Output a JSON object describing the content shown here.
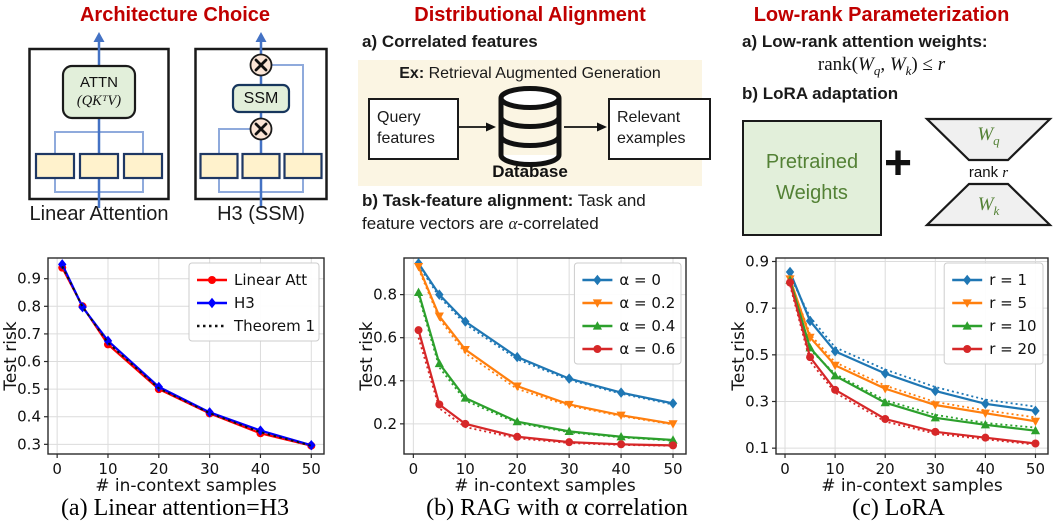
{
  "colors": {
    "title": "#c00000",
    "green_fill": "#e2efda",
    "green_text": "#538135",
    "tan_fill": "#fff2cc",
    "tan_border": "#1f3864",
    "cream": "#fbf5e3",
    "pink_fill": "#fbe5d6",
    "blue_arrow": "#4472c4",
    "light_blue": "#8faadc",
    "gray_fill": "#f0f0f0"
  },
  "panels": {
    "architecture": {
      "title": "Architecture Choice",
      "linear": {
        "attn_line1": "ATTN",
        "attn_line2": "(QKᵀV)",
        "label": "Linear Attention"
      },
      "h3": {
        "ssm_label": "SSM",
        "label": "H3 (SSM)"
      }
    },
    "alignment": {
      "title": "Distributional Alignment",
      "item_a": "a) Correlated features",
      "ex_bold": "Ex:",
      "ex_rest": " Retrieval Augmented Generation",
      "query_box": "Query features",
      "relevant_box": "Relevant examples",
      "db_label": "Database",
      "b_bold": "b) Task-feature alignment:",
      "b_rest1": " Task and",
      "b_pre": "feature vectors are ",
      "b_alpha": "α",
      "b_post": "-correlated"
    },
    "lowrank": {
      "title": "Low-rank Parameterization",
      "item_a": "a) Low-rank attention weights:",
      "formula": {
        "fn": "rank",
        "open": "(",
        "w1": "W",
        "s1": "q",
        "comma": ", ",
        "w2": "W",
        "s2": "k",
        "close": ") ≤ ",
        "r": "r"
      },
      "item_b": "b) LoRA adaptation",
      "pretrained": "Pretrained Weights",
      "plus": "+",
      "wq": {
        "base": "W",
        "sub": "q"
      },
      "rank_r": {
        "pre": "rank ",
        "var": "r"
      },
      "wk": {
        "base": "W",
        "sub": "k"
      }
    }
  },
  "chart_data": [
    {
      "type": "line",
      "caption": "(a) Linear attention=H3",
      "xlabel": "# in-context samples",
      "ylabel": "Test risk",
      "x": [
        1,
        5,
        10,
        20,
        30,
        40,
        50
      ],
      "xlim": [
        -1.8,
        52.5
      ],
      "ylim": [
        0.265,
        0.975
      ],
      "xticks": [
        0,
        10,
        20,
        30,
        40,
        50
      ],
      "yticks": [
        0.3,
        0.4,
        0.5,
        0.6,
        0.7,
        0.8,
        0.9
      ],
      "grid": true,
      "legend_pos": "top-right",
      "series": [
        {
          "name": "Linear Att",
          "color": "#ff0000",
          "marker": "circle",
          "values": [
            0.94,
            0.8,
            0.662,
            0.5,
            0.412,
            0.34,
            0.295
          ]
        },
        {
          "name": "H3",
          "color": "#0000ff",
          "marker": "diamond",
          "values": [
            0.952,
            0.797,
            0.675,
            0.508,
            0.416,
            0.35,
            0.297
          ]
        },
        {
          "name": "Theorem 1",
          "color": "#111111",
          "marker": "none",
          "style": "dotted",
          "values": [
            0.945,
            0.798,
            0.668,
            0.503,
            0.413,
            0.344,
            0.295
          ]
        }
      ]
    },
    {
      "type": "line",
      "caption": "(b) RAG with α correlation",
      "xlabel": "# in-context samples",
      "ylabel": "Test risk",
      "x": [
        1,
        5,
        10,
        20,
        30,
        40,
        50
      ],
      "xlim": [
        -1.8,
        52.5
      ],
      "ylim": [
        0.06,
        0.97
      ],
      "xticks": [
        0,
        10,
        20,
        30,
        40,
        50
      ],
      "yticks": [
        0.2,
        0.4,
        0.6,
        0.8
      ],
      "grid": true,
      "legend_pos": "top-right",
      "series": [
        {
          "name": "α = 0",
          "color": "#1f77b4",
          "marker": "diamond",
          "values": [
            0.945,
            0.8,
            0.675,
            0.51,
            0.41,
            0.345,
            0.295
          ],
          "dotted": [
            0.935,
            0.79,
            0.663,
            0.5,
            0.404,
            0.34,
            0.29
          ]
        },
        {
          "name": "α = 0.2",
          "color": "#ff7f0e",
          "marker": "tri-down",
          "values": [
            0.93,
            0.7,
            0.545,
            0.375,
            0.29,
            0.24,
            0.2
          ],
          "dotted": [
            0.92,
            0.688,
            0.528,
            0.362,
            0.284,
            0.236,
            0.197
          ]
        },
        {
          "name": "α = 0.4",
          "color": "#2ca02c",
          "marker": "tri-up",
          "values": [
            0.81,
            0.48,
            0.32,
            0.21,
            0.165,
            0.14,
            0.125
          ],
          "dotted": [
            0.795,
            0.462,
            0.308,
            0.204,
            0.161,
            0.137,
            0.122
          ]
        },
        {
          "name": "α = 0.6",
          "color": "#d62728",
          "marker": "circle",
          "values": [
            0.635,
            0.29,
            0.2,
            0.14,
            0.115,
            0.105,
            0.1
          ],
          "dotted": [
            0.6,
            0.272,
            0.185,
            0.133,
            0.111,
            0.102,
            0.098
          ]
        }
      ]
    },
    {
      "type": "line",
      "caption": "(c) LoRA",
      "xlabel": "# in-context samples",
      "ylabel": "Test risk",
      "x": [
        1,
        5,
        10,
        20,
        30,
        40,
        50
      ],
      "xlim": [
        -1.8,
        52.5
      ],
      "ylim": [
        0.075,
        0.915
      ],
      "xticks": [
        0,
        10,
        20,
        30,
        40,
        50
      ],
      "yticks": [
        0.1,
        0.3,
        0.5,
        0.7,
        0.9
      ],
      "grid": true,
      "legend_pos": "top-right",
      "series": [
        {
          "name": "r = 1",
          "color": "#1f77b4",
          "marker": "diamond",
          "values": [
            0.855,
            0.645,
            0.515,
            0.42,
            0.345,
            0.29,
            0.26
          ],
          "dotted": [
            0.838,
            0.662,
            0.532,
            0.437,
            0.362,
            0.308,
            0.278
          ]
        },
        {
          "name": "r = 5",
          "color": "#ff7f0e",
          "marker": "tri-down",
          "values": [
            0.825,
            0.575,
            0.455,
            0.355,
            0.285,
            0.25,
            0.215
          ],
          "dotted": [
            0.818,
            0.588,
            0.468,
            0.368,
            0.298,
            0.262,
            0.232
          ]
        },
        {
          "name": "r = 10",
          "color": "#2ca02c",
          "marker": "tri-up",
          "values": [
            0.82,
            0.53,
            0.41,
            0.295,
            0.23,
            0.2,
            0.175
          ],
          "dotted": [
            0.812,
            0.522,
            0.418,
            0.305,
            0.243,
            0.208,
            0.188
          ]
        },
        {
          "name": "r = 20",
          "color": "#d62728",
          "marker": "circle",
          "values": [
            0.81,
            0.49,
            0.35,
            0.225,
            0.17,
            0.145,
            0.12
          ],
          "dotted": [
            0.798,
            0.472,
            0.338,
            0.214,
            0.162,
            0.138,
            0.115
          ]
        }
      ]
    }
  ]
}
